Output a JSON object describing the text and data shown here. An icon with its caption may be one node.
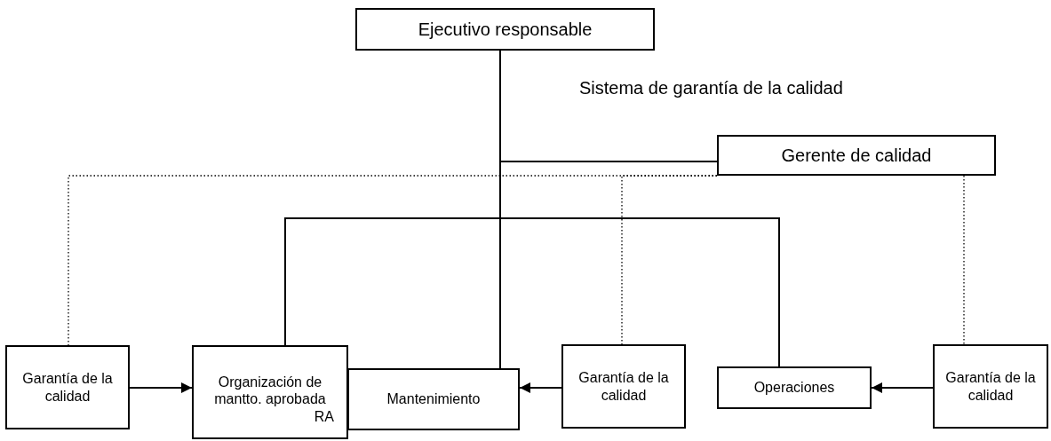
{
  "diagram": {
    "nodes": [
      {
        "text": [
          "Ejecutivo responsable"
        ]
      },
      {
        "text": [
          "Gerente de calidad"
        ]
      },
      {
        "text": [
          "Garantía de la calidad"
        ]
      },
      {
        "text": [
          "Organización de mantto. aprobada",
          "RA"
        ]
      },
      {
        "text": [
          "Mantenimiento"
        ]
      },
      {
        "text": [
          "Garantía de la calidad"
        ]
      },
      {
        "text": [
          "Operaciones"
        ]
      },
      {
        "text": [
          "Garantía de la calidad"
        ]
      }
    ],
    "edges": [
      {
        "from": 0,
        "to": 4,
        "arrow": "none"
      },
      {
        "from": 0,
        "to": 1,
        "arrow": "none"
      },
      {
        "from": 0,
        "to": 3,
        "arrow": "none"
      },
      {
        "from": 0,
        "to": 6,
        "arrow": "none"
      },
      {
        "from": 1,
        "to": 2,
        "arrow": "none",
        "style": "dashed"
      },
      {
        "from": 1,
        "to": 5,
        "arrow": "none",
        "style": "dashed"
      },
      {
        "from": 1,
        "to": 7,
        "arrow": "none",
        "style": "dashed"
      },
      {
        "from": 2,
        "to": 3,
        "arrow": "to"
      },
      {
        "from": 5,
        "to": 4,
        "arrow": "to"
      },
      {
        "from": 7,
        "to": 6,
        "arrow": "to"
      }
    ],
    "labels": [
      "Sistema de garantía de la calidad"
    ]
  }
}
